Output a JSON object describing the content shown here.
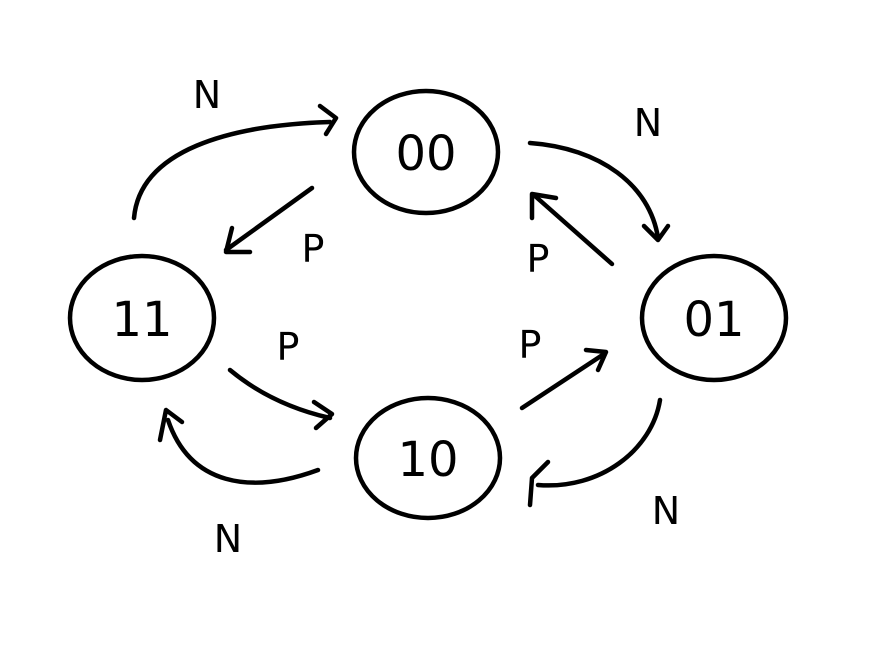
{
  "diagram": {
    "colors": {
      "ink": "#000000",
      "background": "#ffffff"
    },
    "states": [
      {
        "id": "s00",
        "label": "00"
      },
      {
        "id": "s01",
        "label": "01"
      },
      {
        "id": "s10",
        "label": "10"
      },
      {
        "id": "s11",
        "label": "11"
      }
    ],
    "transitions": [
      {
        "from": "00",
        "to": "01",
        "label": "N"
      },
      {
        "from": "01",
        "to": "10",
        "label": "N"
      },
      {
        "from": "10",
        "to": "11",
        "label": "N"
      },
      {
        "from": "11",
        "to": "00",
        "label": "N"
      },
      {
        "from": "00",
        "to": "11",
        "label": "P"
      },
      {
        "from": "11",
        "to": "10",
        "label": "P"
      },
      {
        "from": "10",
        "to": "01",
        "label": "P"
      },
      {
        "from": "01",
        "to": "00",
        "label": "P"
      }
    ]
  }
}
